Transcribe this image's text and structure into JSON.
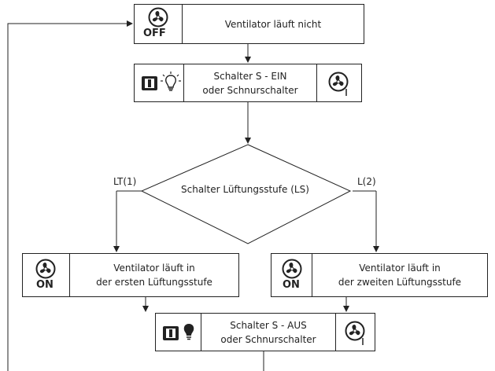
{
  "nodes": {
    "off_state": {
      "text": "Ventilator läuft nicht",
      "icon": "fan-off-icon",
      "badge": "OFF"
    },
    "switch_on": {
      "text": "Schalter S - EIN\noder Schnurschalter",
      "icons": [
        "switch-icon",
        "lamp-off-icon",
        "fan-speed-1-icon"
      ]
    },
    "decision": {
      "text": "Schalter Lüftungsstufe (LS)",
      "left_branch": "LT(1)",
      "right_branch": "L(2)"
    },
    "speed1": {
      "text": "Ventilator läuft in\nder ersten Lüftungsstufe",
      "icon": "fan-on-icon",
      "badge": "ON"
    },
    "speed2": {
      "text": "Ventilator läuft in\nder zweiten Lüftungsstufe",
      "icon": "fan-on-icon",
      "badge": "ON"
    },
    "switch_off": {
      "text": "Schalter S - AUS\noder Schnurschalter",
      "icons": [
        "switch-icon",
        "lamp-on-icon",
        "fan-speed-1-icon"
      ]
    }
  },
  "colors": {
    "line": "#222222",
    "background": "#ffffff"
  }
}
